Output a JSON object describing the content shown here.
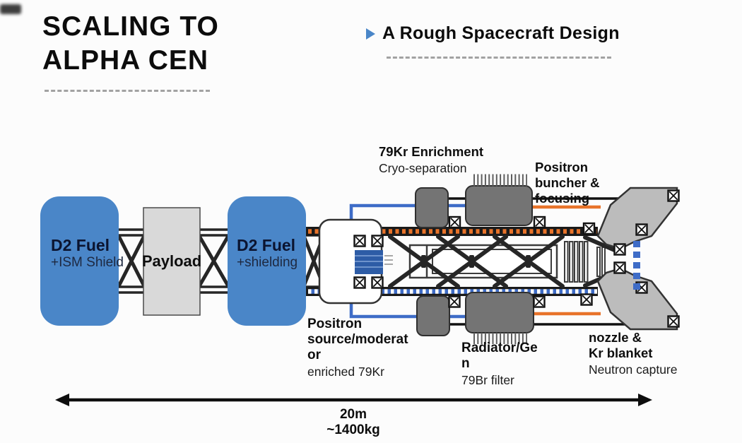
{
  "colors": {
    "tank-blue": "#4a86c8",
    "pipe-blue": "#3e6cc7",
    "pipe-orange": "#e8732a",
    "unit-gray": "#747474",
    "nozzle-gray": "#bcbcbc",
    "payload-gray": "#d9d9d9",
    "truss-dark": "#262626",
    "ink": "#111111",
    "dash-gray": "#a2a2a2"
  },
  "icons": {
    "subtitle_bullet": "▶",
    "strut_marker": "⊠"
  },
  "header": {
    "title_line1": "SCALING TO",
    "title_line2": "ALPHA CEN",
    "subtitle": "A Rough Spacecraft Design"
  },
  "diagram": {
    "components": {
      "d2_fuel_front": {
        "title": "D2 Fuel",
        "subtitle": "+ISM Shield"
      },
      "payload": {
        "label": "Payload"
      },
      "d2_fuel_rear": {
        "title": "D2 Fuel",
        "subtitle": "+shielding"
      }
    },
    "annotations": {
      "enrichment": {
        "bold": "79Kr Enrichment",
        "normal": "Cryo-separation"
      },
      "buncher": {
        "line1": "Positron",
        "line2": "buncher &",
        "line3": "focusing"
      },
      "source": {
        "line1": "Positron",
        "line2": "source/moderat",
        "line3": "or",
        "normal": "enriched 79Kr"
      },
      "radiator": {
        "line1": "Radiator/Ge",
        "line2": "n",
        "normal": "79Br filter"
      },
      "nozzle": {
        "line1": "nozzle &",
        "line2": "Kr blanket",
        "normal": "Neutron capture"
      }
    },
    "scale": {
      "length": "20m",
      "mass": "~1400kg"
    }
  }
}
